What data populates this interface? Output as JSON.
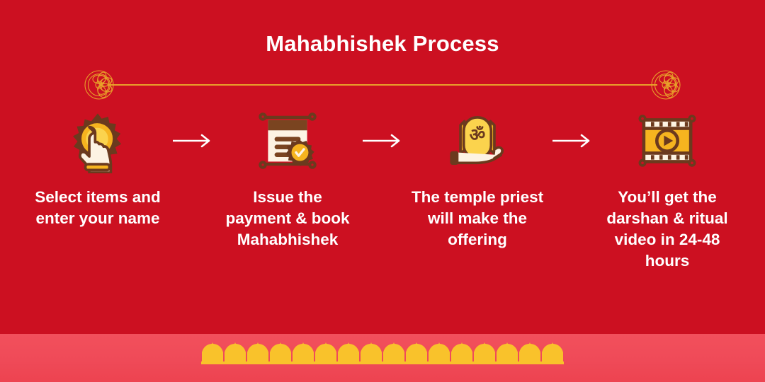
{
  "page": {
    "title": "Mahabhishek Process",
    "background_color": "#cc1021",
    "title_color": "#ffffff",
    "accent_gold": "#f5c028",
    "divider_line_color": "#e8a02a",
    "band_color": "#ef4a58"
  },
  "divider": {
    "left_ornament": "mandala-rosette",
    "right_ornament": "mandala-rosette"
  },
  "steps": [
    {
      "index": "1",
      "icon": "hand-tap-icon",
      "label": "Select items and enter your name"
    },
    {
      "index": "2",
      "icon": "document-seal-icon",
      "label": "Issue the payment & book Mahabhishek"
    },
    {
      "index": "3",
      "icon": "hand-offering-om-icon",
      "label": "The temple priest will make the offering"
    },
    {
      "index": "4",
      "icon": "film-play-icon",
      "label": "You’ll get the darshan & ritual video in 24-48 hours"
    }
  ],
  "connectors": [
    {
      "icon": "arrow-right-icon"
    },
    {
      "icon": "arrow-right-icon"
    },
    {
      "icon": "arrow-right-icon"
    }
  ],
  "bottom_band": {
    "ornament": "temple-dome-border",
    "dome_count": 16,
    "dome_color": "#f9c22b"
  }
}
